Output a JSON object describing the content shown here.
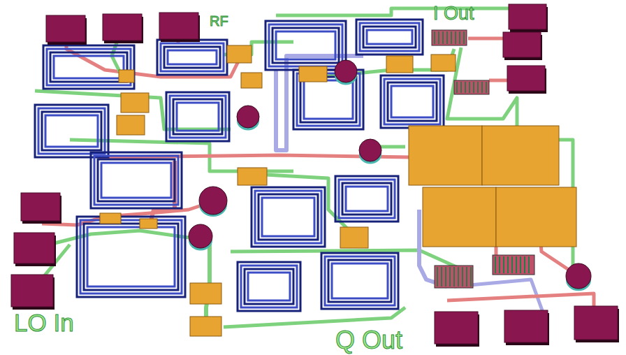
{
  "diagram": {
    "labels": [
      "RF",
      "I Out",
      "LO In",
      "Q Out"
    ]
  }
}
